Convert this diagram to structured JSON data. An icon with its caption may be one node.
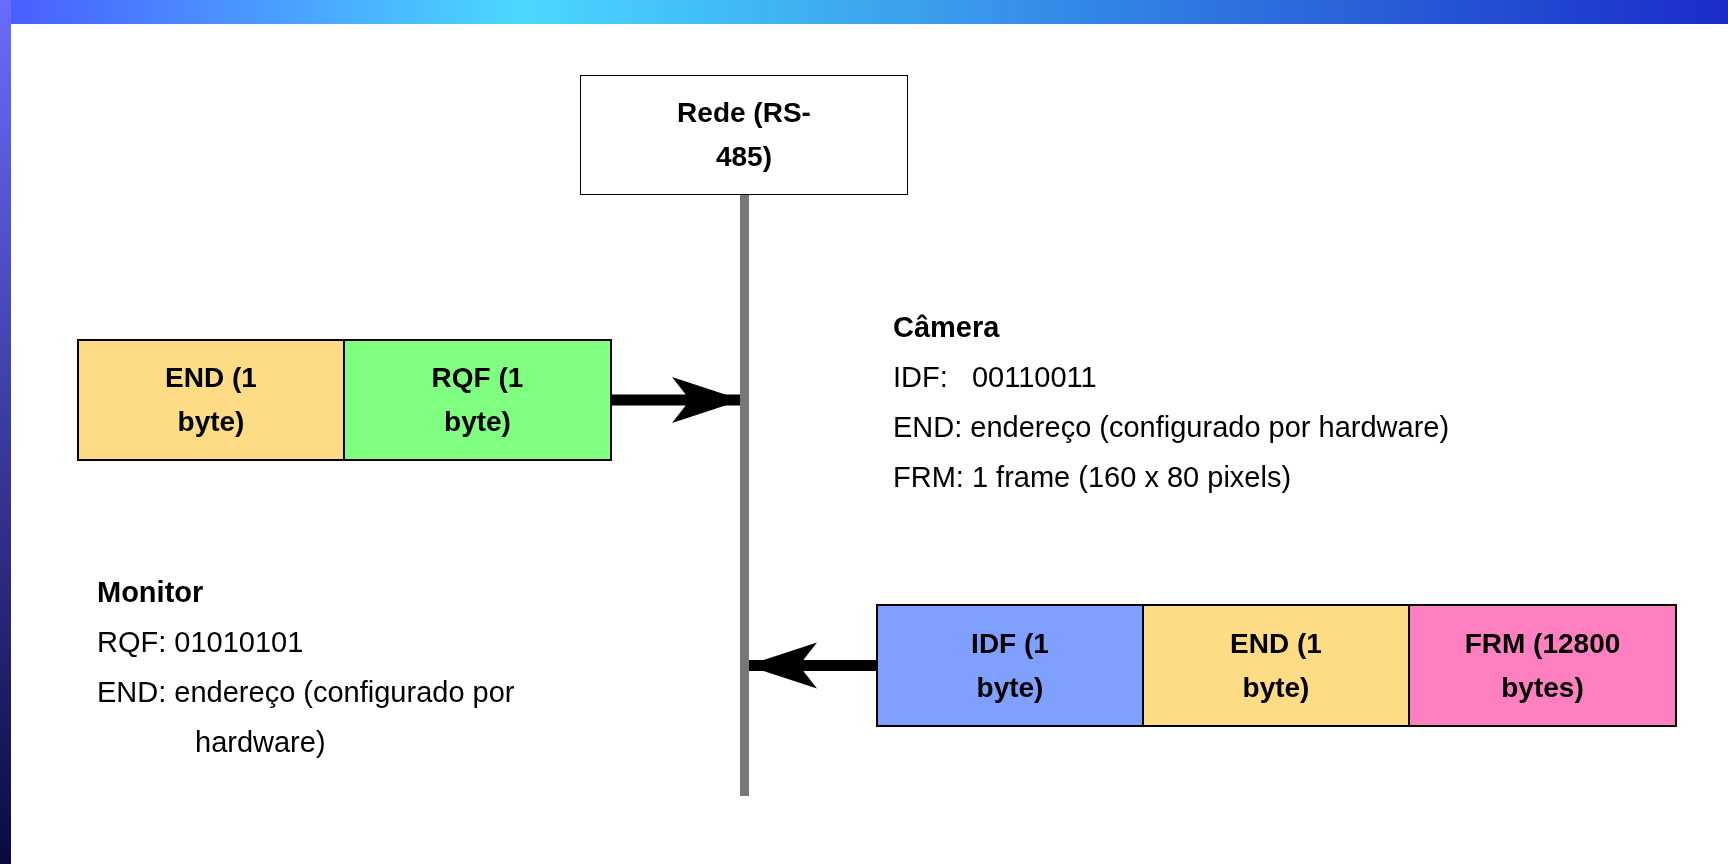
{
  "diagram": {
    "nodes": [
      {
        "text": [
          "Rede (RS-485)"
        ]
      },
      {
        "text": [],
        "shape": "bar"
      },
      {
        "text": [
          "END (1 byte)"
        ]
      },
      {
        "text": [
          "RQF (1 byte)"
        ]
      },
      {
        "text": [
          "IDF (1 byte)"
        ]
      },
      {
        "text": [
          "END (1 byte)"
        ]
      },
      {
        "text": [
          "FRM (12800 bytes)"
        ]
      }
    ],
    "edges": [
      {
        "from": 3,
        "to": 1,
        "arrow": "to"
      },
      {
        "from": 4,
        "to": 1,
        "arrow": "to"
      }
    ],
    "labels": [
      "Câmera",
      "IDF:   00110011",
      "END: endereço (configurado por hardware)",
      "FRM: 1 frame (160 x 80 pixels)",
      "Monitor",
      "RQF: 01010101",
      "END: endereço (configurado por hardware)"
    ]
  }
}
